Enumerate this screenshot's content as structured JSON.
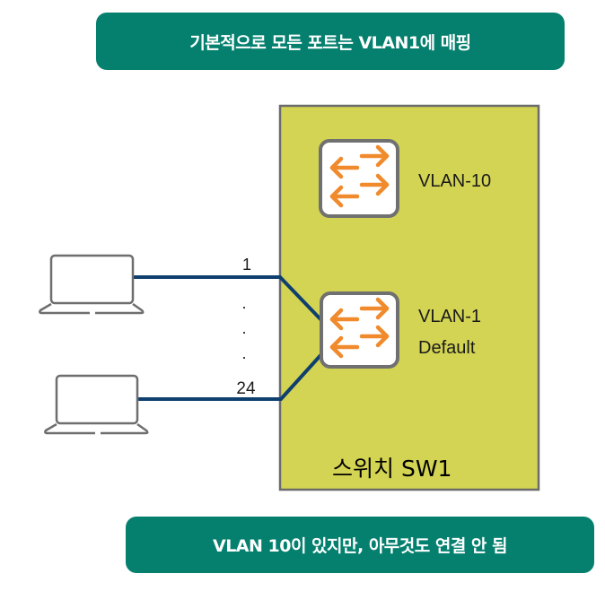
{
  "banners": {
    "top": "기본적으로 모든 포트는 VLAN1에 매핑",
    "bottom": "VLAN 10이 있지만, 아무것도 연결 안 됨"
  },
  "switch": {
    "name": "스위치 SW1",
    "vlans": [
      {
        "label": "VLAN-10",
        "sublabel": ""
      },
      {
        "label": "VLAN-1",
        "sublabel": "Default"
      }
    ]
  },
  "ports": {
    "first": "1",
    "last": "24",
    "ellipsis": [
      "·",
      "·",
      "·"
    ]
  },
  "colors": {
    "banner": "#05806f",
    "switch_fill": "#d3d453",
    "link": "#0f3f6e",
    "arrow": "#f08a2c",
    "outline": "#6b6b6b"
  }
}
